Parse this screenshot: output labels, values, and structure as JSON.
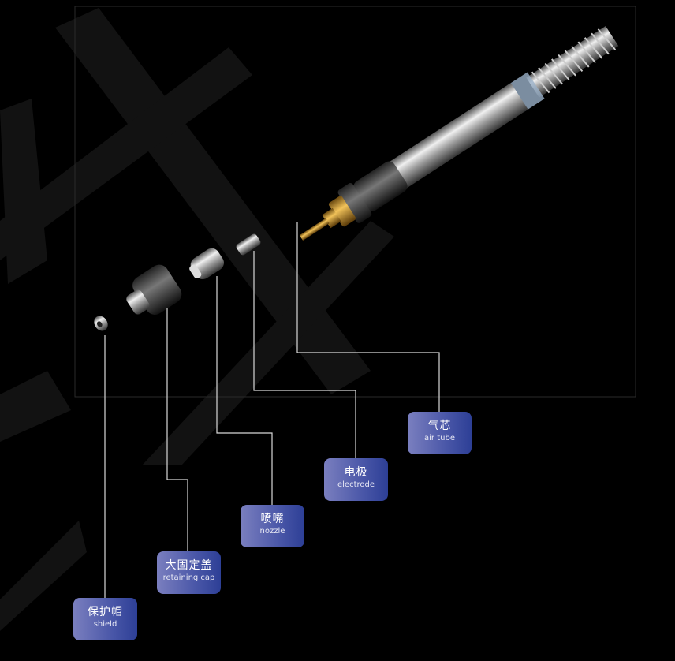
{
  "parts": [
    {
      "id": "shield",
      "zh": "保护帽",
      "en": "shield"
    },
    {
      "id": "retaining-cap",
      "zh": "大固定盖",
      "en": "retaining cap"
    },
    {
      "id": "nozzle",
      "zh": "喷嘴",
      "en": "nozzle"
    },
    {
      "id": "electrode",
      "zh": "电极",
      "en": "electrode"
    },
    {
      "id": "air-tube",
      "zh": "气芯",
      "en": "air tube"
    }
  ],
  "colors": {
    "background": "#000000",
    "label_left": "#7a7fbf",
    "label_right": "#2d3f96",
    "leader_line": "#d8d8d8"
  }
}
